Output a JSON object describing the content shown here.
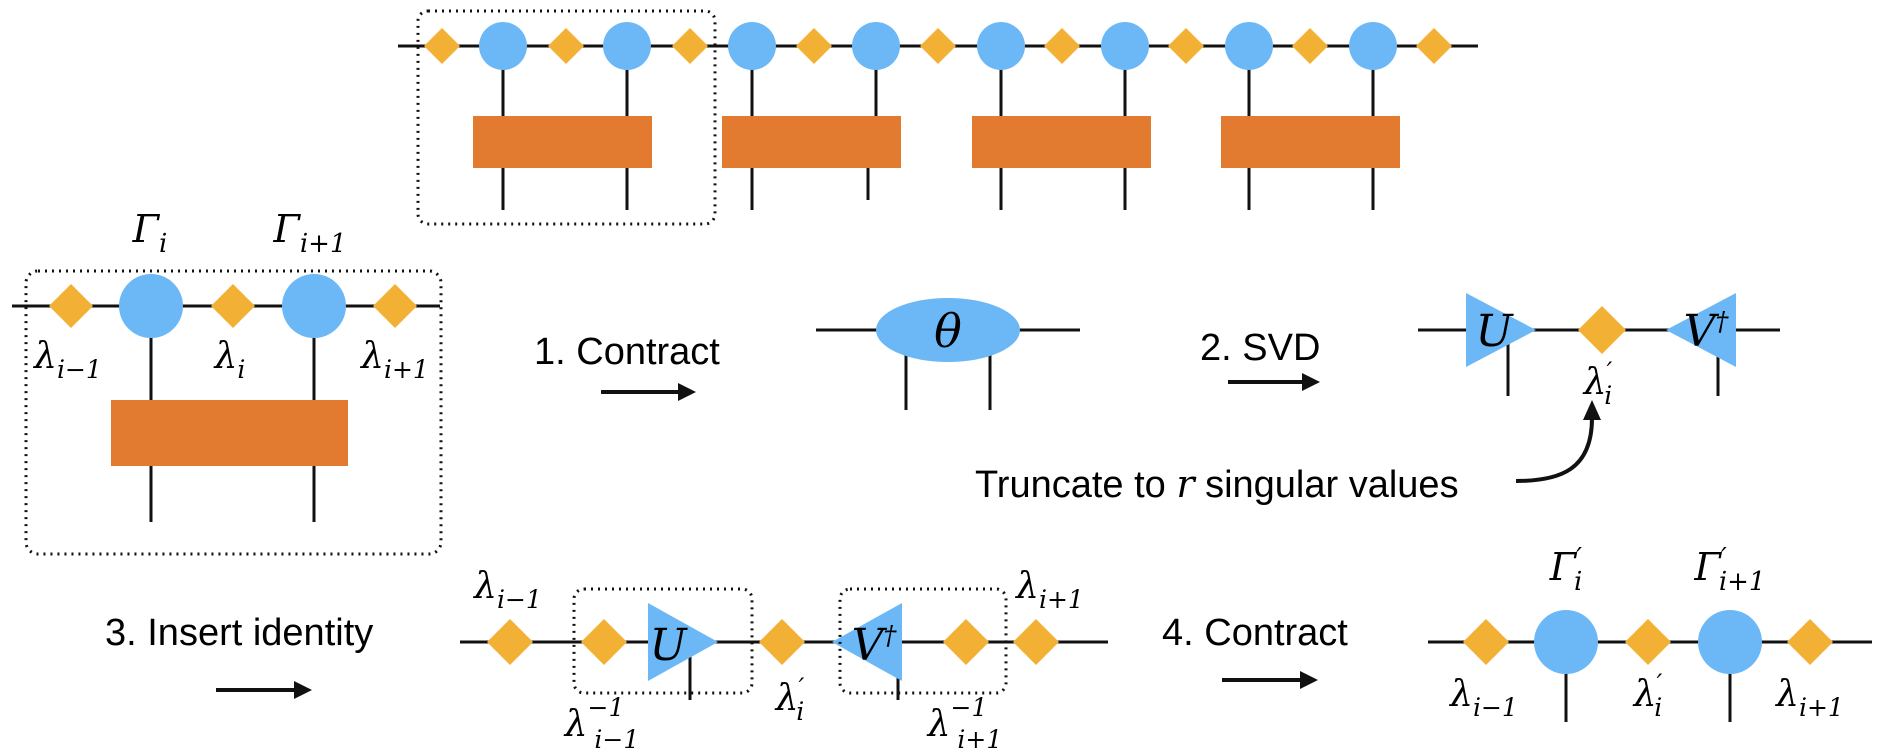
{
  "colors": {
    "circle": "#6cb8f6",
    "diamond": "#f2b134",
    "rect": "#e27b30",
    "line": "#111111",
    "triangle": "#6cb8f6"
  },
  "steps": {
    "contract1": "1. Contract",
    "svd": "2. SVD",
    "truncate": "Truncate to r singular values",
    "insert": "3. Insert identity",
    "contract2": "4. Contract"
  },
  "symbols": {
    "gamma_i": "Γi",
    "gamma_i1": "Γi+1",
    "lambda_im1": "λi−1",
    "lambda_i": "λi",
    "lambda_ip1": "λi+1",
    "theta": "θ",
    "U": "U",
    "Vdag": "V†",
    "lambda_i_prime": "λ′i",
    "lambda_im1_inv": "λ−1i−1",
    "lambda_ip1_inv": "λ−1i+1",
    "gamma_i_prime": "Γ′i",
    "gamma_i1_prime": "Γ′i+1"
  }
}
